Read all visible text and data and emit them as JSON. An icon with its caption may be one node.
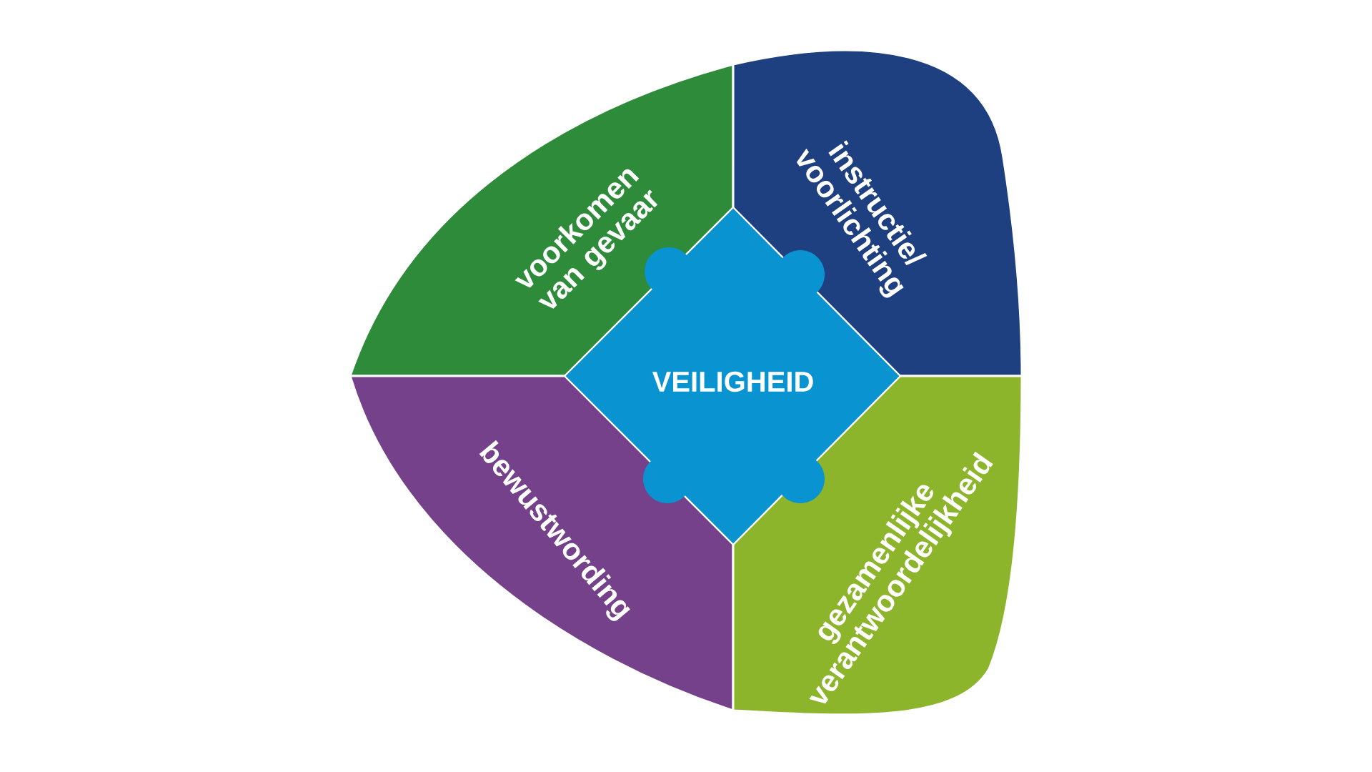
{
  "diagram": {
    "nodes": [
      {
        "text": [
          "voorkomen van gevaar"
        ]
      },
      {
        "text": [
          "instructie/ voorlichting"
        ]
      },
      {
        "text": [
          "VEILIGHEID"
        ]
      },
      {
        "text": [
          "bewustwording"
        ]
      },
      {
        "text": [
          "gezamenlijke verantwoordelijkheid"
        ]
      }
    ]
  }
}
